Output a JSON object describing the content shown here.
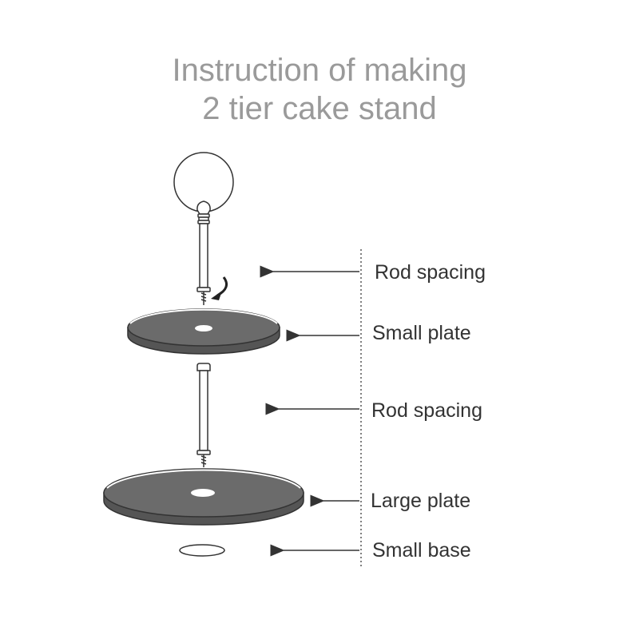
{
  "title": {
    "line1": "Instruction of making",
    "line2": "2 tier cake stand"
  },
  "labels": {
    "rod_spacing_top": "Rod spacing",
    "small_plate": "Small plate",
    "rod_spacing_bottom": "Rod spacing",
    "large_plate": "Large plate",
    "small_base": "Small base"
  },
  "colors": {
    "title": "#9a9a9a",
    "label": "#333333",
    "plate_fill": "#6b6b6b",
    "outline": "#333333"
  }
}
